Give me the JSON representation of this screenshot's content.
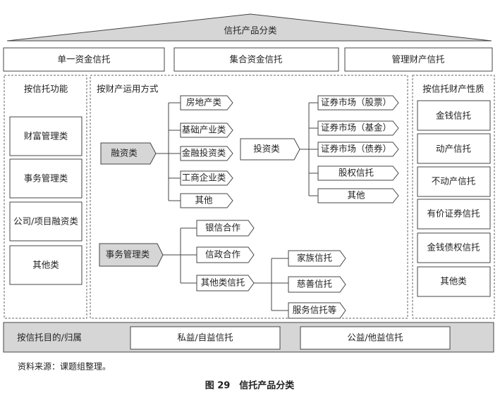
{
  "title": "信托产品分类",
  "top_row": [
    "单一资金信托",
    "集合资金信托",
    "管理财产信托"
  ],
  "function_panel": {
    "title": "按信托功能",
    "items": [
      "财富管理类",
      "事务管理类",
      "公司/项目融资类",
      "其他类"
    ]
  },
  "usage_panel": {
    "title": "按财产运用方式",
    "financing": {
      "label": "融资类",
      "items": [
        "房地产类",
        "基础产业类",
        "金融投资类",
        "工商企业类",
        "其他"
      ]
    },
    "investment": {
      "label": "投资类",
      "items": [
        "证券市场（股票）",
        "证券市场（基金）",
        "证券市场（债券）",
        "股权信托",
        "其他"
      ]
    },
    "affairs": {
      "label": "事务管理类",
      "items": [
        "银信合作",
        "信政合作",
        "其他类信托"
      ]
    },
    "other_trust": {
      "items": [
        "家族信托",
        "慈善信托",
        "服务信托等"
      ]
    }
  },
  "property_panel": {
    "title": "按信托财产性质",
    "items": [
      "金钱信托",
      "动产信托",
      "不动产信托",
      "有价证券信托",
      "金钱债权信托",
      "其他类"
    ]
  },
  "purpose_bar": {
    "label": "按信托目的/归属",
    "items": [
      "私益/自益信托",
      "公益/他益信托"
    ]
  },
  "source_note": "资料来源：课题组整理。",
  "caption": "图 29　信托产品分类",
  "colors": {
    "gray_fill": "#d6d6d6",
    "stroke": "#444444"
  }
}
